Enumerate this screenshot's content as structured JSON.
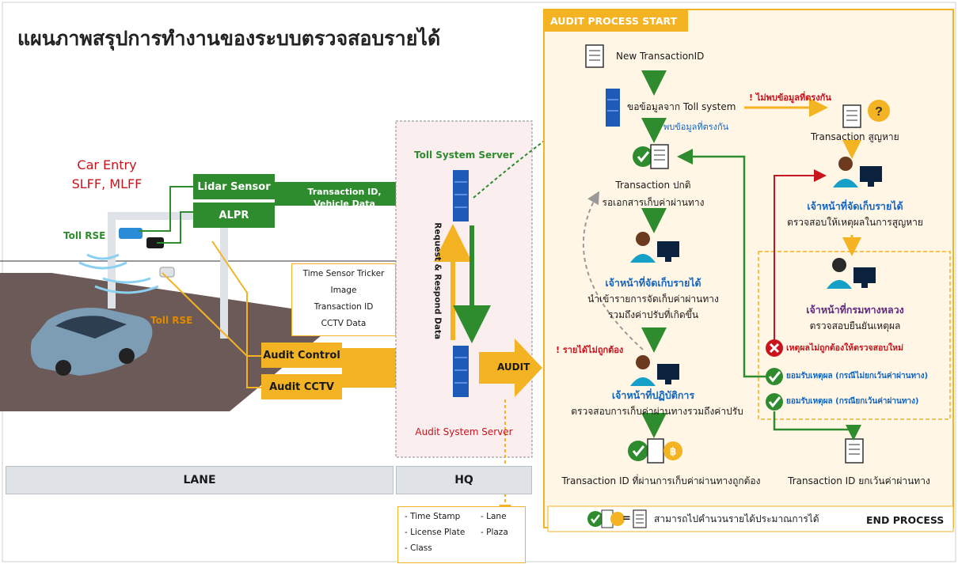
{
  "title": "แผนภาพสรุปการทำงานของระบบตรวจสอบรายได้",
  "colors": {
    "green": "#2e8b2e",
    "orange": "#f4b323",
    "red": "#c8141c",
    "blue": "#1565c0",
    "purple": "#5e2a83"
  },
  "lane_side": {
    "car_entry": "Car Entry",
    "car_modes": "SLFF, MLFF",
    "toll_rse_top": "Toll RSE",
    "toll_rse_bottom": "Toll RSE",
    "lidar_sensor": "Lidar Sensor",
    "alpr": "ALPR",
    "green_arrow_label_1": "Transaction ID,",
    "green_arrow_label_2": "Vehicle Data",
    "data_list": [
      "Time Sensor Tricker",
      "Image",
      "Transaction ID",
      "CCTV Data"
    ],
    "audit_control": "Audit Control",
    "audit_cctv": "Audit CCTV"
  },
  "hq": {
    "toll_server": "Toll System Server",
    "request_respond": "Request & Respond Data",
    "audit_server": "Audit System Server",
    "audit_label": "AUDIT",
    "stamp_left": [
      "- Time Stamp",
      "- License Plate",
      "- Class"
    ],
    "stamp_right": [
      "- Lane",
      "- Plaza"
    ]
  },
  "bands": {
    "lane": "LANE",
    "hq": "HQ"
  },
  "process": {
    "start": "AUDIT PROCESS START",
    "new_tx": "New TransactionID",
    "request_toll": "ขอข้อมูลจาก Toll system",
    "not_found": "! ไม่พบข้อมูลที่ตรงกัน",
    "found": "พบข้อมูลที่ตรงกัน",
    "tx_lost": "Transaction สูญหาย",
    "tx_normal": "Transaction ปกติ",
    "awaiting_doc": "รอเอกสารเก็บค่าผ่านทาง",
    "collector_1": "เจ้าหน้าที่จัดเก็บรายได้",
    "collector_1_desc_1": "นำเข้ารายการจัดเก็บค่าผ่านทาง",
    "collector_1_desc_2": "รวมถึงค่าปรับที่เกิดขึ้น",
    "revenue_wrong": "! รายได้ไม่ถูกต้อง",
    "operator": "เจ้าหน้าที่ปฏิบัติการ",
    "operator_desc": "ตรวจสอบการเก็บค่าผ่านทางรวมถึงค่าปรับ",
    "tx_correct": "Transaction ID ที่ผ่านการเก็บค่าผ่านทางถูกต้อง",
    "collector_2": "เจ้าหน้าที่จัดเก็บรายได้",
    "collector_2_desc": "ตรวจสอบให้เหตุผลในการสูญหาย",
    "dept_officer": "เจ้าหน้าที่กรมทางหลวง",
    "dept_desc": "ตรวจสอบยืนยันเหตุผล",
    "reject": "เหตุผลไม่ถูกต้องให้ตรวจสอบใหม่",
    "accept_no_exempt": "ยอมรับเหตุผล (กรณีไม่ยกเว้นค่าผ่านทาง)",
    "accept_exempt": "ยอมรับเหตุผล (กรณียกเว้นค่าผ่านทาง)",
    "tx_exempt": "Transaction ID ยกเว้นค่าผ่านทาง",
    "legend_eq": "=",
    "legend_text": "สามารถไปคำนวนรายได้ประมาณการได้",
    "end": "END PROCESS"
  }
}
